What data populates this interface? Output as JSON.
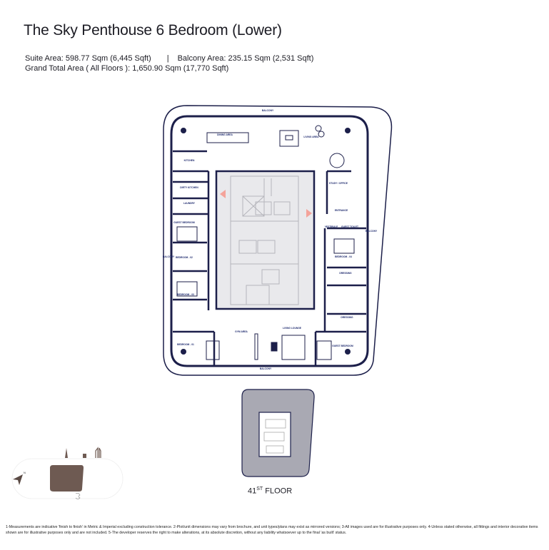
{
  "header": {
    "title": "The Sky Penthouse 6 Bedroom (Lower)",
    "suite_area": "Suite Area: 598.77 Sqm (6,445 Sqft)",
    "separator": "|",
    "balcony_area": "Balcony Area: 235.15 Sqm (2,531 Sqft)",
    "grand_total": "Grand Total Area ( All Floors ): 1,650.90 Sqm (17,770 Sqft)"
  },
  "plan": {
    "rooms": {
      "balcony_top": "BALCONY",
      "dining": "DINING AREA",
      "living": "LIVING AREA",
      "kitchen": "KITCHEN",
      "dirty_kitchen": "DIRTY KITCHEN",
      "laundry": "LAUNDRY",
      "guest_bedroom_left": "GUEST BEDROOM",
      "study": "STUDY / OFFICE",
      "entrance": "ENTRANCE",
      "vestibule": "VESTIBULE",
      "guest_toilet": "GUEST TOILET",
      "balcony_right": "BALCONY",
      "balcony_left": "BALCONY",
      "bedroom_02": "BEDROOM - 02",
      "bedroom_03": "BEDROOM - 03",
      "bedroom_04": "BEDROOM - 04",
      "dressing_1": "DRESSING",
      "dressing_2": "DRESSING",
      "bedroom_01": "BEDROOM - 01",
      "gym": "GYM AREA",
      "lounge": "LIVING LOUNGE",
      "guest_bedroom_right": "GUEST BEDROOM",
      "balcony_bottom": "BALCONY"
    },
    "floor_label": "41",
    "floor_sup": "ST",
    "floor_suffix": " FLOOR",
    "compass": "N"
  },
  "colors": {
    "ink": "#1c1f4a",
    "core": "#e9e9ec",
    "locator": "#6e5a52",
    "key": "#a9a9b3",
    "arrow": "#f4a39a"
  },
  "footer": "1-Measurements are indicative 'finish to finish' in Metric & Imperial excluding construction tolerance. 2-Plot/unit dimensions may vary from brochure, and unit types/plans may exist as mirrored versions; 3-All images used are for illustrative purposes only. 4-Unless stated otherwise, all fittings and interior decorative items shown are for illustrative purposes only and are not included. 5-The developer reserves the right to make alterations, at its absolute discretion, without any liability whatsoever up to the final 'as built' status."
}
